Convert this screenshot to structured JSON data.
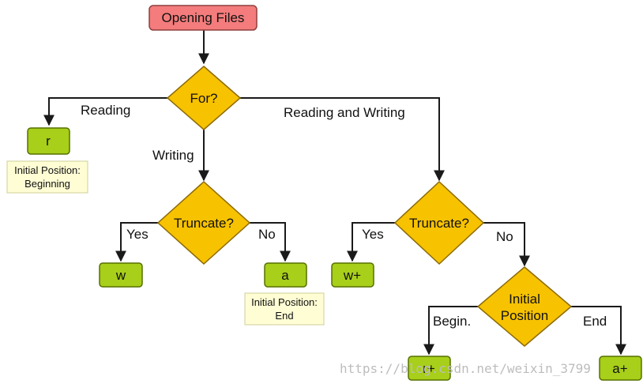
{
  "nodes": {
    "opening_files": "Opening Files",
    "for_question": "For?",
    "truncate_write": "Truncate?",
    "truncate_readwrite": "Truncate?",
    "initial_position": [
      "Initial",
      "Position"
    ],
    "mode_r": "r",
    "mode_w": "w",
    "mode_a": "a",
    "mode_w_plus": "w+",
    "mode_r_plus": "r+",
    "mode_a_plus": "a+"
  },
  "edges": {
    "reading": "Reading",
    "writing": "Writing",
    "reading_and_writing": "Reading and Writing",
    "yes_write": "Yes",
    "no_write": "No",
    "yes_readwrite": "Yes",
    "no_readwrite": "No",
    "begin": "Begin.",
    "end": "End"
  },
  "notes": {
    "r_note": [
      "Initial Position:",
      "Beginning"
    ],
    "a_note": [
      "Initial Position:",
      "End"
    ]
  },
  "watermark": "https://blog.csdn.net/weixin_3799",
  "colors": {
    "start": "#f47c7c",
    "decision": "#f7c200",
    "mode": "#a8cf1a",
    "note": "#fffdd4"
  }
}
